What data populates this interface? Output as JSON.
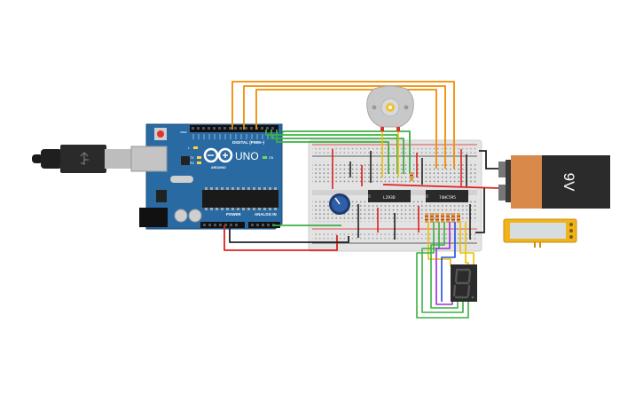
{
  "arduino": {
    "logo": "UNO",
    "brand": "ARDUINO",
    "digital_label": "DIGITAL (PWM~)",
    "power_label": "POWER",
    "analog_label": "ANALOG IN",
    "tx_label": "TX",
    "rx_label": "RX",
    "l_label": "L",
    "aref_label": "AREF",
    "on_label": "ON"
  },
  "chips": {
    "driver": "L293D",
    "shift_register": "74HC595"
  },
  "battery": {
    "label": "9V"
  },
  "colors": {
    "board_blue": "#2a6aa3",
    "breadboard": "#e3e3e3",
    "wire_orange": "#f08c00",
    "wire_green": "#3cb043",
    "wire_red": "#e02020",
    "wire_black": "#222222",
    "wire_yellow": "#e8c000",
    "wire_purple": "#9b30d0",
    "wire_blue": "#2050e0",
    "battery_copper": "#d9894a",
    "battery_black": "#2b2b2b"
  }
}
